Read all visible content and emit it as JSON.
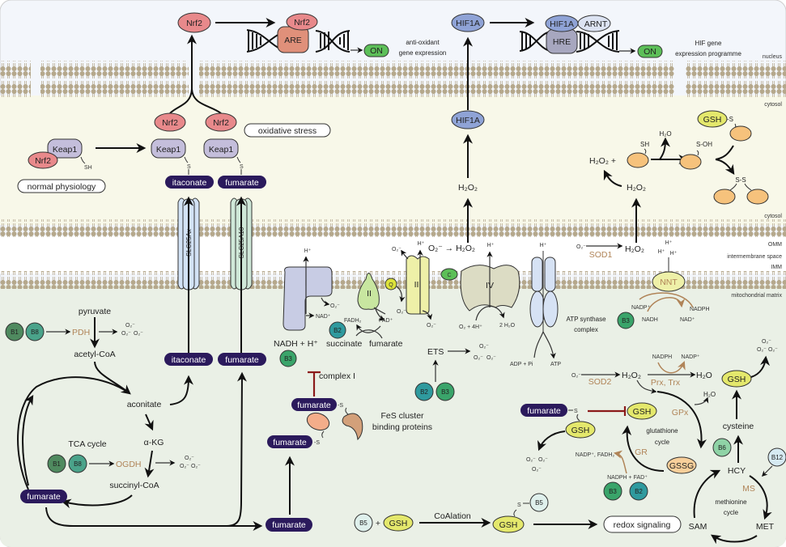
{
  "compartments": {
    "nucleus": "nucleus",
    "cytosol_upper": "cytosol",
    "cytosol_lower": "cytosol",
    "omm": "OMM",
    "ims": "intermembrane space",
    "imm": "IMM",
    "matrix": "mitochondrial matrix"
  },
  "nrf2_pathway": {
    "nrf2": "Nrf2",
    "keap1": "Keap1",
    "sh": "SH",
    "s": "S",
    "are": "ARE",
    "on": "ON",
    "output_line1": "anti-oxidant",
    "output_line2": "gene expression",
    "normal_physiology": "normal physiology",
    "oxidative_stress": "oxidative stress",
    "itaconate": "itaconate",
    "fumarate": "fumarate"
  },
  "hif_pathway": {
    "hif1a": "HIF1A",
    "arnt": "ARNT",
    "hre": "HRE",
    "on": "ON",
    "output_line1": "HIF gene",
    "output_line2": "expression programme",
    "h2o2": "H₂O₂"
  },
  "transporters": {
    "slc25ax": "SLC25Ax",
    "slc25a10": "SLC25A10"
  },
  "cysteine_oxidation": {
    "h2o2_plus": "H₂O₂ +",
    "sh": "SH",
    "h2o": "H₂O",
    "soh": "S-OH",
    "gsh": "GSH",
    "s": "-S",
    "ss": "S-S",
    "h2o2": "H₂O₂"
  },
  "etc": {
    "complex_i": "I",
    "complex_ii": "II",
    "complex_iii": "III",
    "complex_iv": "IV",
    "q": "Q",
    "c": "C",
    "h_plus": "H⁺",
    "superoxide": "O₂⁻",
    "o2_to_h2o2": "O₂⁻ → H₂O₂",
    "nad_plus": "NAD⁺",
    "nadh": "NADH + H⁺",
    "fadh2": "FADH₂",
    "fad_plus": "FAD⁺",
    "succinate": "succinate",
    "fumarate": "fumarate",
    "o2_4h": "O₂ + 4H⁺",
    "two_h2o": "2 H₂O",
    "atp_synthase_line1": "ATP synthase",
    "atp_synthase_line2": "complex",
    "adp_pi": "ADP + Pi",
    "atp": "ATP",
    "ets": "ETS",
    "complex_i_label": "complex I",
    "b2": "B2",
    "b3": "B3"
  },
  "sod1": {
    "superoxide": "O₂⁻",
    "enzyme": "SOD1",
    "h2o2": "H₂O₂"
  },
  "nnt": {
    "name": "NNT",
    "h_plus": "H⁺",
    "nadp_plus": "NADP⁺",
    "nadh": "NADH",
    "nadph": "NADPH",
    "nad_plus": "NAD⁺",
    "b3": "B3"
  },
  "tca": {
    "pyruvate": "pyruvate",
    "pdh": "PDH",
    "acetyl_coa": "acetyl-CoA",
    "aconitate": "aconitate",
    "akg": "α-KG",
    "cycle_label": "TCA cycle",
    "ogdh": "OGDH",
    "succinyl_coa": "succinyl-CoA",
    "fumarate": "fumarate",
    "itaconate": "itaconate",
    "b1": "B1",
    "b8": "B8",
    "superoxide": "O₂⁻"
  },
  "fes": {
    "fumarate": "fumarate",
    "s": "-S",
    "label_line1": "FeS cluster",
    "label_line2": "binding proteins"
  },
  "coalation": {
    "b5": "B5",
    "plus": "+",
    "gsh": "GSH",
    "label": "CoAlation",
    "s": "S",
    "redox_signaling": "redox signaling"
  },
  "glutathione": {
    "superoxide": "O₂⁻",
    "sod2": "SOD2",
    "h2o2": "H₂O₂",
    "h2o": "H₂O",
    "nadph": "NADPH",
    "nadp_plus": "NADP⁺",
    "prx_trx": "Prx, Trx",
    "gpx": "GPx",
    "gsh": "GSH",
    "gssg": "GSSG",
    "gr": "GR",
    "cycle_line1": "glutathione",
    "cycle_line2": "cycle",
    "gr_products": "NADP⁺, FADH₂",
    "gr_substrates": "NADPH + FAD⁺",
    "b3": "B3",
    "b2": "B2",
    "fumarate": "fumarate",
    "s": "S"
  },
  "methionine": {
    "cysteine": "cysteine",
    "gsh": "GSH",
    "b6": "B6",
    "hcy": "HCY",
    "b12": "B12",
    "ms": "MS",
    "cycle_line1": "methionine",
    "cycle_line2": "cycle",
    "sam": "SAM",
    "met": "MET",
    "superoxide": "O₂⁻"
  },
  "colors": {
    "metabolite_pill": "#2b1a5c",
    "nrf2": "#e8898b",
    "keap1": "#c4bedb",
    "hif1a": "#8fa3d6",
    "gsh": "#e4e86c",
    "on": "#5cbf58",
    "enzyme_text": "#b08458",
    "inhibition": "#8b1a1a",
    "b1": "#4f8a5f",
    "b2": "#2f9a9e",
    "b3": "#3aa46a",
    "b8": "#4aa38a",
    "b5": "#dff0ec",
    "b6": "#8fd3a6",
    "b12": "#d6eaf2"
  }
}
